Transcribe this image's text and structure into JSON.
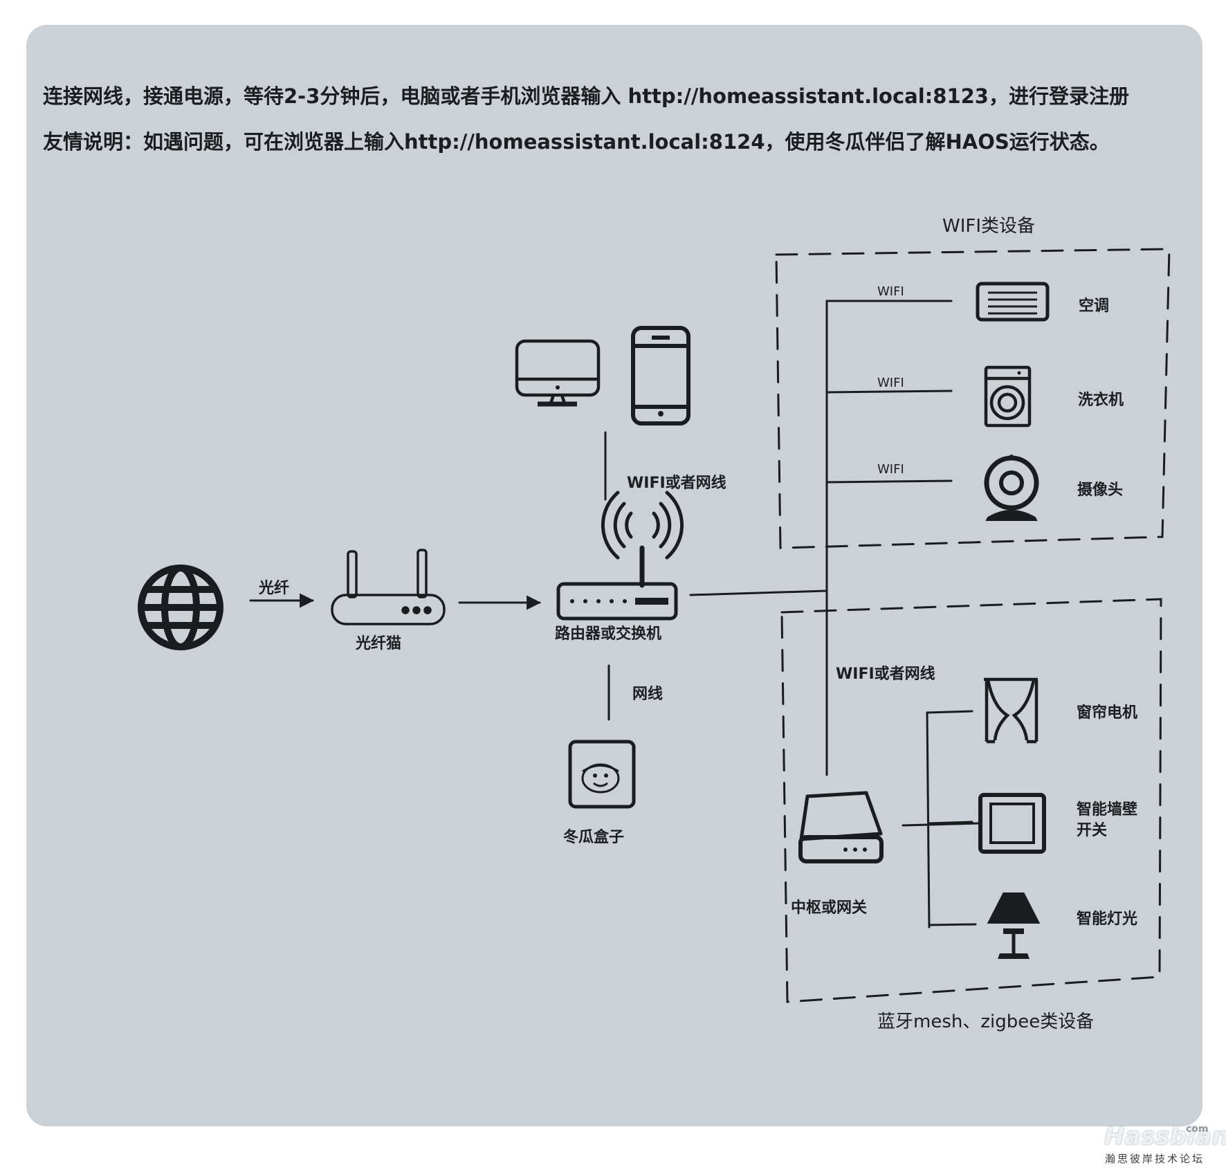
{
  "intro": {
    "line1": "连接网线，接通电源，等待2-3分钟后，电脑或者手机浏览器输入 http://homeassistant.local:8123，进行登录注册",
    "line2": "友情说明：如遇问题，可在浏览器上输入http://homeassistant.local:8124，使用冬瓜伴侣了解HAOS运行状态。"
  },
  "diagram": {
    "link_fiber": "光纤",
    "modem": "光纤猫",
    "router": "路由器或交换机",
    "link_clients": "WIFI或者网线",
    "link_box": "网线",
    "box": "冬瓜盒子",
    "wifi_group_title": "WIFI类设备",
    "wifi_link": "WIFI",
    "wifi_devices": [
      "空调",
      "洗衣机",
      "摄像头"
    ],
    "link_hub": "WIFI或者网线",
    "hub": "中枢或网关",
    "mesh_devices": [
      "窗帘电机",
      "智能墙壁",
      "开关",
      "智能灯光"
    ],
    "mesh_group_title": "蓝牙mesh、zigbee类设备"
  },
  "icons": [
    "globe-icon",
    "fiber-modem-icon",
    "wifi-router-icon",
    "monitor-icon",
    "smartphone-icon",
    "box-icon",
    "air-conditioner-icon",
    "washing-machine-icon",
    "camera-icon",
    "curtain-icon",
    "wall-switch-icon",
    "lamp-icon",
    "hub-icon"
  ],
  "watermark": {
    "brand": "Hassbian",
    "suffix": "com",
    "subtitle": "瀚思彼岸技术论坛"
  }
}
